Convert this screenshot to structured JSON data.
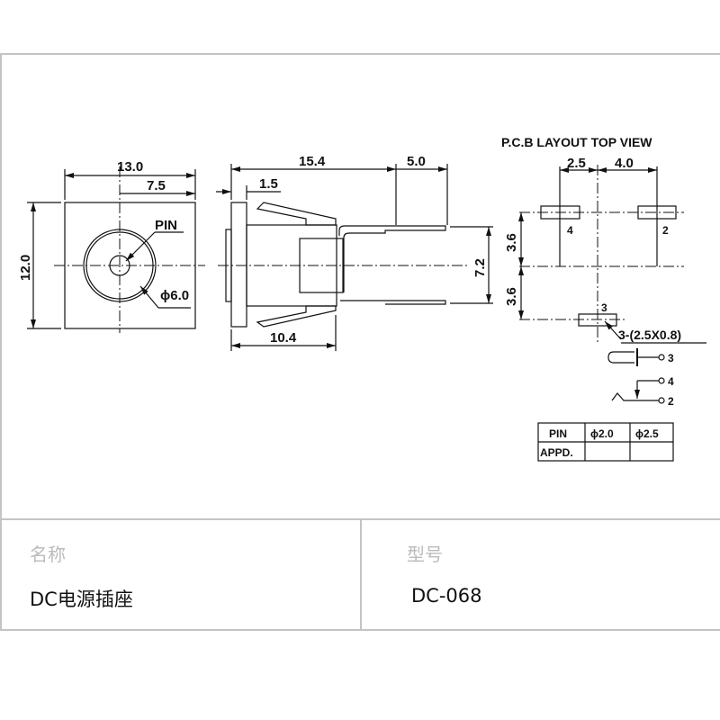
{
  "drawing": {
    "front": {
      "width": "13.0",
      "offset": "7.5",
      "height": "12.0",
      "pin_label": "PIN",
      "diameter": "ϕ6.0"
    },
    "side": {
      "length": "15.4",
      "pin_length": "5.0",
      "flange": "1.5",
      "body": "10.4",
      "pin_spacing": "7.2"
    },
    "pcb": {
      "title": "P.C.B LAYOUT  TOP VIEW",
      "dim_left": "2.5",
      "dim_right": "4.0",
      "dim_v1": "3.6",
      "dim_v2": "3.6",
      "pad_4": "4",
      "pad_2": "2",
      "pad_3": "3",
      "pad_size": "3-(2.5X0.8)",
      "sch_3": "3",
      "sch_4": "4",
      "sch_2": "2"
    },
    "table": {
      "headers": [
        "PIN",
        "ϕ2.0",
        "ϕ2.5"
      ],
      "row_label": "APPD."
    }
  },
  "info": {
    "name_label": "名称",
    "name_value": "DC电源插座",
    "model_label": "型号",
    "model_value": "DC-068"
  }
}
